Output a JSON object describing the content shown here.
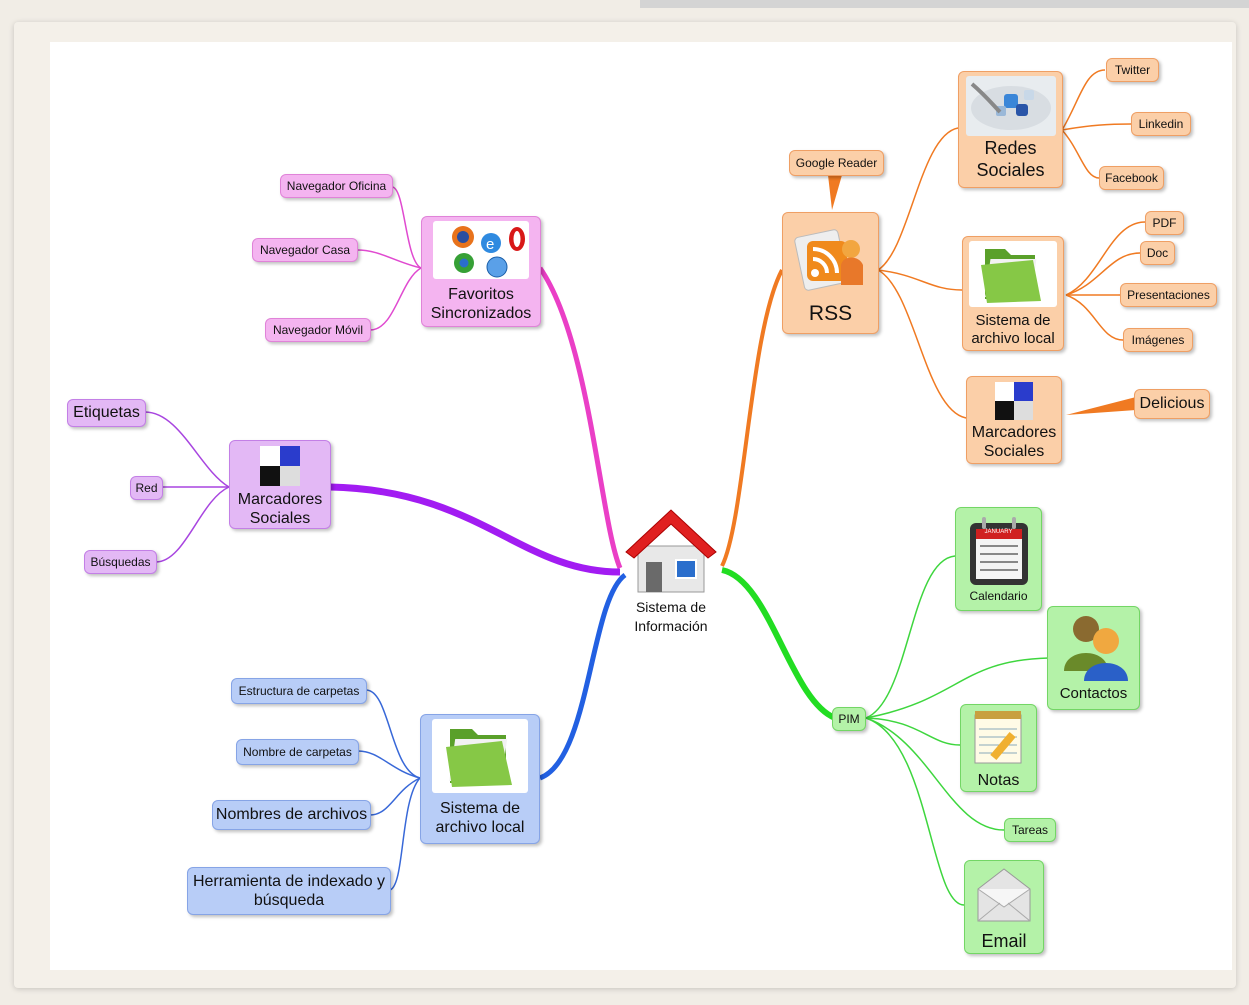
{
  "center": {
    "label_line1": "Sistema de",
    "label_line2": "Información",
    "icon": "house-icon"
  },
  "favoritos": {
    "line1": "Favoritos",
    "line2": "Sincronizados",
    "icon": "browsers-icon",
    "children": [
      "Navegador Oficina",
      "Navegador Casa",
      "Navegador Móvil"
    ],
    "color": "#e83ec8"
  },
  "marcadores_left": {
    "line1": "Marcadores",
    "line2": "Sociales",
    "icon": "delicious-icon",
    "children": [
      "Etiquetas",
      "Red",
      "Búsquedas"
    ],
    "color": "#a020f0"
  },
  "archivo_left": {
    "line1": "Sistema de",
    "line2": "archivo local",
    "icon": "folder-icon",
    "children": [
      "Estructura de carpetas",
      "Nombre de carpetas",
      "Nombres de archivos",
      "Herramienta de indexado y",
      "búsqueda"
    ],
    "color": "#2c5fe0"
  },
  "rss": {
    "label": "RSS",
    "icon": "rss-reader-icon",
    "callout": "Google Reader",
    "color": "#f07a20",
    "redes": {
      "line1": "Redes",
      "line2": "Sociales",
      "icon": "social-network-icon",
      "children": [
        "Twitter",
        "Linkedin",
        "Facebook"
      ]
    },
    "archivo": {
      "line1": "Sistema de",
      "line2": "archivo local",
      "icon": "folder-icon",
      "children": [
        "PDF",
        "Doc",
        "Presentaciones",
        "Imágenes"
      ]
    },
    "marcadores": {
      "line1": "Marcadores",
      "line2": "Sociales",
      "icon": "delicious-icon",
      "callout": "Delicious"
    }
  },
  "pim": {
    "label": "PIM",
    "color": "#28d828",
    "children": [
      {
        "label": "Calendario",
        "icon": "calendar-icon",
        "calendar_month": "JANUARY"
      },
      {
        "label": "Contactos",
        "icon": "contacts-icon"
      },
      {
        "label": "Notas",
        "icon": "notepad-icon"
      },
      {
        "label": "Tareas"
      },
      {
        "label": "Email",
        "icon": "envelope-icon"
      }
    ]
  }
}
